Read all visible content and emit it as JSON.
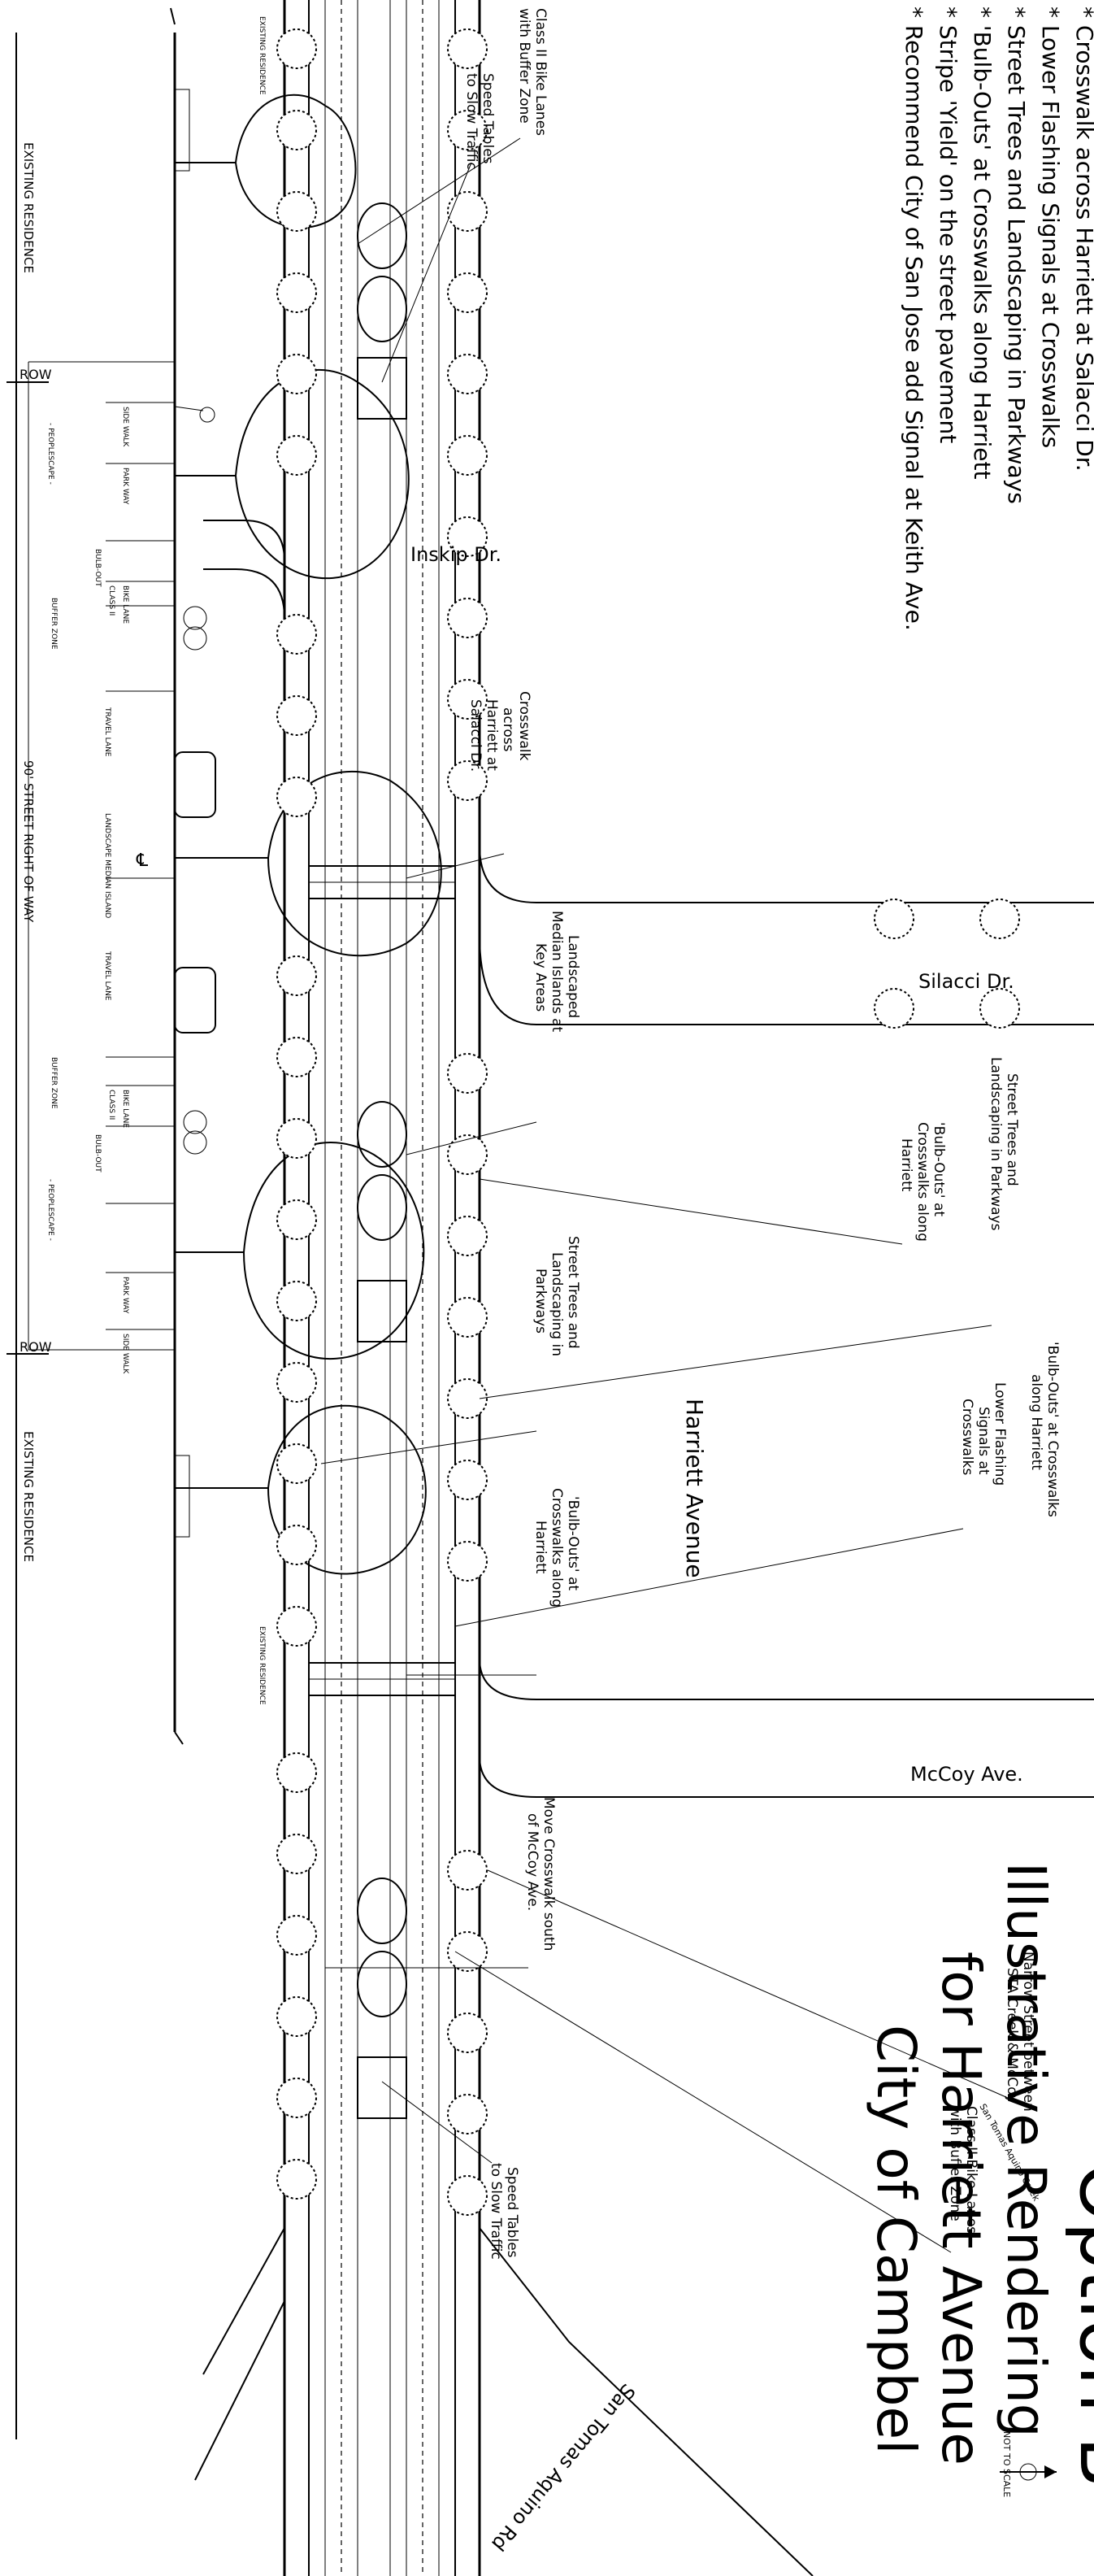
{
  "notes": [
    "* Crosswalk across Harriett at Salacci Dr.",
    "* Lower Flashing Signals at Crosswalks",
    "* Street Trees and Landscaping in Parkways",
    "* 'Bulb-Outs' at Crosswalks along Harriett",
    "* Stripe 'Yield' on the street pavement",
    "* Recommend City of San Jose add Signal at Keith Ave."
  ],
  "title": {
    "line1": "Option B",
    "line2": "Illustrative Rendering",
    "line3": "for Harriett Avenue",
    "line4": "City of Campbel"
  },
  "section": {
    "existing_residence_top": "EXISTING RESIDENCE",
    "existing_residence_bottom": "EXISTING RESIDENCE",
    "existing_residence_small_top": "EXISTING RESIDENCE",
    "existing_residence_small_bottom": "EXISTING RESIDENCE",
    "row_top": "ROW",
    "row_bottom": "ROW",
    "right_of_way": "90' STREET RIGHT OF WAY",
    "centerline": "℄",
    "zones": {
      "sidewalk_1": "SIDE WALK",
      "parkway_1": "PARK WAY",
      "peoplescape_1": "- PEOPLESCAPE -",
      "bulbout_1": "BULB-OUT",
      "bikelane_1": "BIKE LANE",
      "class2_1": "CLASS II",
      "buffer_1": "BUFFER ZONE",
      "travel_1": "TRAVEL LANE",
      "median": "LANDSCAPE MEDIAN ISLAND",
      "travel_2": "TRAVEL LANE",
      "buffer_2": "BUFFER ZONE",
      "class2_2": "CLASS II",
      "bikelane_2": "BIKE LANE",
      "bulbout_2": "BULB-OUT",
      "peoplescape_2": "- PEOPLESCAPE -",
      "parkway_2": "PARK WAY",
      "sidewalk_2": "SIDE WALK"
    }
  },
  "plan": {
    "streets": {
      "inskip": "Inskip Dr.",
      "silacci": "Silacci Dr.",
      "mccoy": "McCoy Ave.",
      "harriett": "Harriett Avenue",
      "san_tomas_rd": "San Tomas Aquino Rd",
      "san_tomas_creek": "San Tomas Aquino Creek"
    },
    "callouts": {
      "bike_lanes_top_1": "Class II Bike Lanes",
      "bike_lanes_top_2": "with Buffer Zone",
      "speed_tables_top_1": "Speed Tables",
      "speed_tables_top_2": "to Slow Traffic",
      "crosswalk_1": "Crosswalk",
      "crosswalk_2": "across",
      "crosswalk_3": "Harriett at",
      "crosswalk_4": "Salacci Dr.",
      "median_1": "Landscaped",
      "median_2": "Median Islands at",
      "median_3": "Key Areas",
      "trees_left_1": "Street Trees and",
      "trees_left_2": "Landscaping in",
      "trees_left_3": "Parkways",
      "bulb_left_1": "'Bulb-Outs' at",
      "bulb_left_2": "Crosswalks along",
      "bulb_left_3": "Harriett",
      "move_crosswalk_1": "Move Crosswalk south",
      "move_crosswalk_2": "of McCoy Ave.",
      "speed_tables_bottom_1": "Speed Tables",
      "speed_tables_bottom_2": "to Slow Traffic",
      "bulb_right_1": "'Bulb-Outs' at",
      "bulb_right_2": "Crosswalks along",
      "bulb_right_3": "Harriett",
      "trees_right_1": "Street Trees and",
      "trees_right_2": "Landscaping in Parkways",
      "bulb_right_b1": "'Bulb-Outs' at Crosswalks",
      "bulb_right_b2": "along Harriett",
      "flashing_1": "Lower Flashing",
      "flashing_2": "Signals at",
      "flashing_3": "Crosswalks",
      "narrow_1": "Narrow Street between",
      "narrow_2": "STA Creek & McCoy",
      "bike_lanes_bottom_1": "Class II Bike Lanes",
      "bike_lanes_bottom_2": "with Buffer Zone"
    },
    "north_scale": "NOT TO SCALE"
  }
}
